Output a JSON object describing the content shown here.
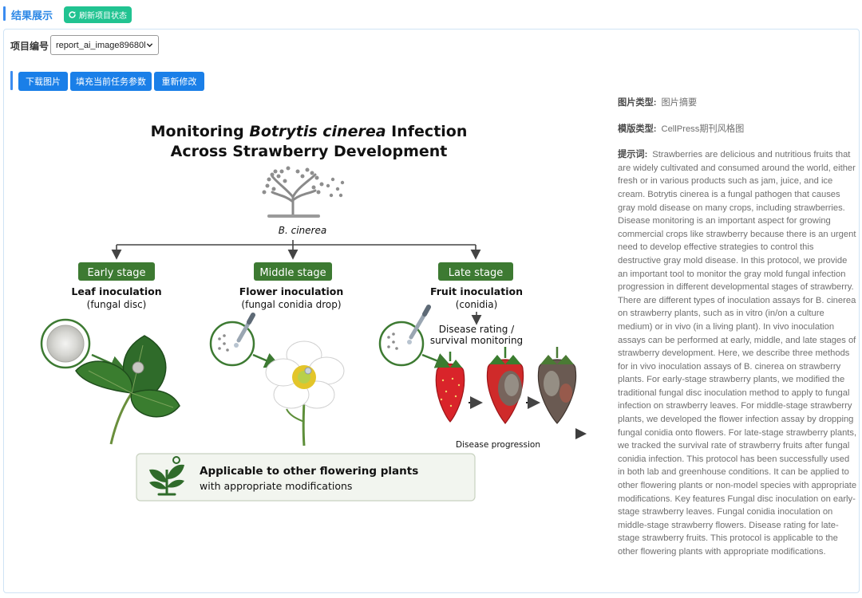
{
  "header": {
    "title": "结果展示",
    "refresh_label": "刷新项目状态"
  },
  "project": {
    "label": "项目编号",
    "selected": "report_ai_image89680l"
  },
  "toolbar": {
    "download_label": "下载图片",
    "fill_params_label": "填充当前任务参数",
    "regenerate_label": "重新修改"
  },
  "figure": {
    "title_line1_pre": "Monitoring ",
    "title_line1_italic": "Botrytis cinerea",
    "title_line1_post": " Infection",
    "title_line2": "Across Strawberry Development",
    "pathogen_label": "B. cinerea",
    "stages": [
      {
        "badge": "Early stage",
        "method": "Leaf inoculation",
        "detail": "(fungal disc)"
      },
      {
        "badge": "Middle stage",
        "method": "Flower inoculation",
        "detail": "(fungal conidia drop)"
      },
      {
        "badge": "Late stage",
        "method": "Fruit inoculation",
        "detail": "(conidia)"
      }
    ],
    "rating_line1": "Disease rating /",
    "rating_line2": "survival monitoring",
    "progression_label": "Disease progression",
    "applicable_title": "Applicable to other flowering plants",
    "applicable_sub": "with appropriate modifications"
  },
  "meta": {
    "image_type_label": "图片类型:",
    "image_type_value": "图片摘要",
    "template_type_label": "模版类型:",
    "template_type_value": "CellPress期刊风格图",
    "prompt_label": "提示词:",
    "prompt_value": "Strawberries are delicious and nutritious fruits that are widely cultivated and consumed around the world, either fresh or in various products such as jam, juice, and ice cream. Botrytis cinerea is a fungal pathogen that causes gray mold disease on many crops, including strawberries. Disease monitoring is an important aspect for growing commercial crops like strawberry because there is an urgent need to develop effective strategies to control this destructive gray mold disease. In this protocol, we provide an important tool to monitor the gray mold fungal infection progression in different developmental stages of strawberry. There are different types of inoculation assays for B. cinerea on strawberry plants, such as in vitro (in/on a culture medium) or in vivo (in a living plant). In vivo inoculation assays can be performed at early, middle, and late stages of strawberry development. Here, we describe three methods for in vivo inoculation assays of B. cinerea on strawberry plants. For early-stage strawberry plants, we modified the traditional fungal disc inoculation method to apply to fungal infection on strawberry leaves. For middle-stage strawberry plants, we developed the flower infection assay by dropping fungal conidia onto flowers. For late-stage strawberry plants, we tracked the survival rate of strawberry fruits after fungal conidia infection. This protocol has been successfully used in both lab and greenhouse conditions. It can be applied to other flowering plants or non-model species with appropriate modifications. Key features Fungal disc inoculation on early-stage strawberry leaves. Fungal conidia inoculation on middle-stage strawberry flowers. Disease rating for late-stage strawberry fruits. This protocol is applicable to the other flowering plants with appropriate modifications."
  },
  "colors": {
    "accent_blue": "#1a7fe8",
    "refresh_green": "#21c391",
    "stage_green": "#3d7a32"
  }
}
